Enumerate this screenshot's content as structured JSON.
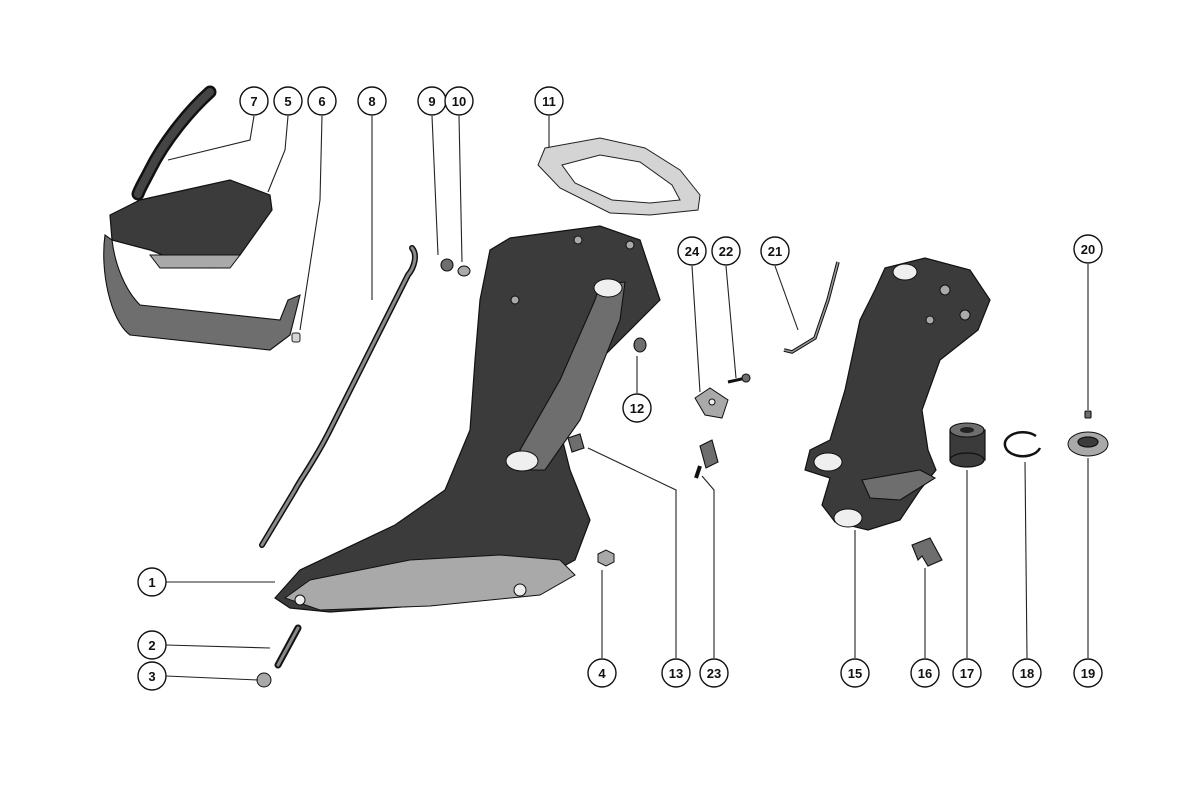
{
  "callouts": {
    "c1": "1",
    "c2": "2",
    "c3": "3",
    "c4": "4",
    "c5": "5",
    "c6": "6",
    "c7": "7",
    "c8": "8",
    "c9": "9",
    "c10": "10",
    "c11": "11",
    "c12": "12",
    "c13": "13",
    "c15": "15",
    "c16": "16",
    "c17": "17",
    "c18": "18",
    "c19": "19",
    "c20": "20",
    "c21": "21",
    "c22": "22",
    "c23": "23",
    "c24": "24"
  }
}
